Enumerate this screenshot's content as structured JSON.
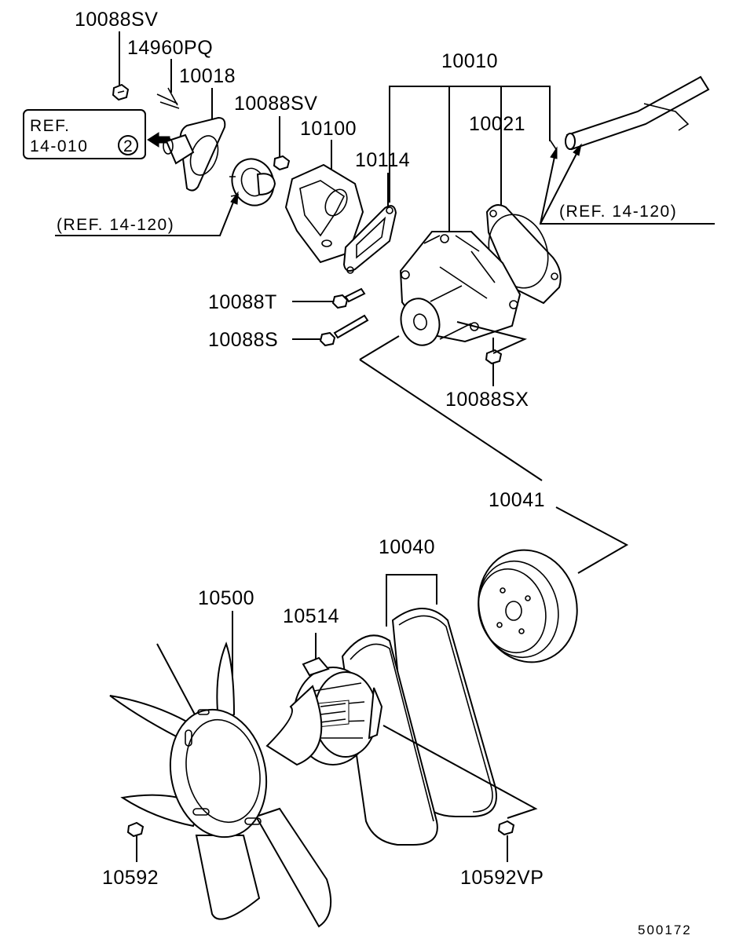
{
  "diagram": {
    "labels": {
      "p10088sv_top": "10088SV",
      "p14960pq": "14960PQ",
      "p10018": "10018",
      "p10088sv_mid": "10088SV",
      "p10100": "10100",
      "p10010": "10010",
      "p10021": "10021",
      "p10114": "10114",
      "p10088t": "10088T",
      "p10088s": "10088S",
      "p10088sx": "10088SX",
      "p10041": "10041",
      "p10040": "10040",
      "p10500": "10500",
      "p10514": "10514",
      "p10592": "10592",
      "p10592vp": "10592VP"
    },
    "refs": {
      "ref_box_line1": "REF.",
      "ref_box_line2": "14-010",
      "ref_box_circle": "2",
      "ref_left": "(REF. 14-120)",
      "ref_right": "(REF. 14-120)"
    },
    "footer_code": "500172"
  }
}
